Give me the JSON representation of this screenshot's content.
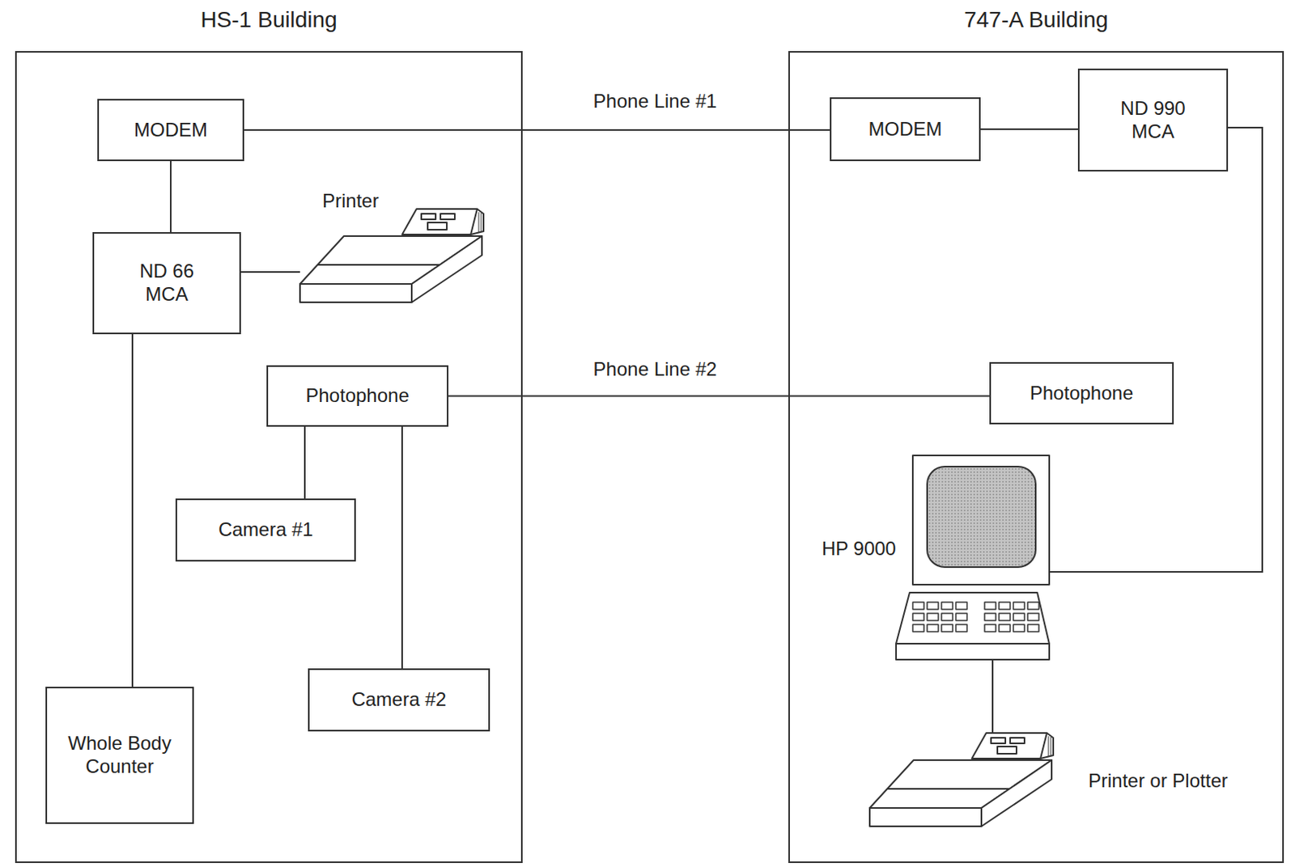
{
  "diagram": {
    "nodes": [
      {
        "text": [
          "HS-1 Building"
        ]
      },
      {
        "text": [
          "MODEM"
        ],
        "in": 0
      },
      {
        "text": [
          "ND 66 MCA"
        ],
        "in": 0
      },
      {
        "text": [
          "Printer"
        ],
        "in": 0
      },
      {
        "text": [
          "Photophone"
        ],
        "in": 0
      },
      {
        "text": [
          "Camera #1"
        ],
        "in": 0
      },
      {
        "text": [
          "Camera #2"
        ],
        "in": 0
      },
      {
        "text": [
          "Whole Body Counter"
        ],
        "in": 0
      },
      {
        "text": [
          "747-A Building"
        ]
      },
      {
        "text": [
          "MODEM"
        ],
        "in": 8
      },
      {
        "text": [
          "ND 990 MCA"
        ],
        "in": 8
      },
      {
        "text": [
          "Photophone"
        ],
        "in": 8
      },
      {
        "text": [
          "HP 9000"
        ],
        "in": 8
      },
      {
        "text": [
          "Printer or Plotter"
        ],
        "in": 8
      }
    ],
    "edges": [
      {
        "from": 1,
        "to": 2,
        "arrow": "none"
      },
      {
        "from": 2,
        "to": 3,
        "arrow": "none"
      },
      {
        "from": 2,
        "to": 7,
        "arrow": "none"
      },
      {
        "from": 4,
        "to": 5,
        "arrow": "none"
      },
      {
        "from": 4,
        "to": 6,
        "arrow": "none"
      },
      {
        "from": 1,
        "to": 9,
        "label": "Phone Line #1",
        "arrow": "none"
      },
      {
        "from": 9,
        "to": 10,
        "arrow": "none"
      },
      {
        "from": 10,
        "to": 12,
        "arrow": "none"
      },
      {
        "from": 4,
        "to": 11,
        "label": "Phone Line #2",
        "arrow": "none"
      },
      {
        "from": 12,
        "to": 13,
        "arrow": "none"
      }
    ]
  }
}
